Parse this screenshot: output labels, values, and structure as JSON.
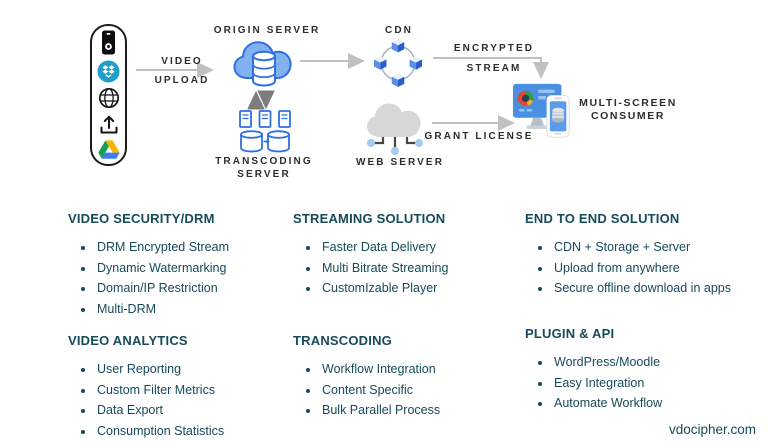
{
  "colors": {
    "text_teal": "#174a5a",
    "diagram_label": "#2d2d2d",
    "icon_blue_stroke": "#2e6fe3",
    "icon_blue_fill": "#82b1f2",
    "arrow_light": "#c0c0c0",
    "arrow_dark": "#7d7d7d",
    "dropbox_teal": "#1c9fc9",
    "monitor_blue": "#4a90e2"
  },
  "diagram": {
    "upload_sources_icons": [
      "camera-icon",
      "dropbox-icon",
      "globe-icon",
      "upload-icon",
      "google-drive-icon"
    ],
    "labels": {
      "video_upload": [
        "VIDEO",
        "UPLOAD"
      ],
      "origin_server": "ORIGIN SERVER",
      "transcoding_server": [
        "TRANSCODING",
        "SERVER"
      ],
      "cdn": "CDN",
      "encrypted_stream": [
        "ENCRYPTED",
        "STREAM"
      ],
      "web_server": "WEB SERVER",
      "grant_license": "GRANT LICENSE",
      "consumer": [
        "MULTI-SCREEN",
        "CONSUMER"
      ]
    }
  },
  "sections": [
    {
      "title": "VIDEO SECURITY/DRM",
      "items": [
        "DRM Encrypted Stream",
        "Dynamic Watermarking",
        "Domain/IP Restriction",
        "Multi-DRM"
      ]
    },
    {
      "title": "STREAMING SOLUTION",
      "items": [
        "Faster Data Delivery",
        "Multi Bitrate Streaming",
        "CustomIzable Player"
      ]
    },
    {
      "title": "END TO END SOLUTION",
      "items": [
        "CDN + Storage + Server",
        "Upload from anywhere",
        "Secure offline download in apps"
      ]
    },
    {
      "title": "VIDEO ANALYTICS",
      "items": [
        "User Reporting",
        "Custom Filter Metrics",
        "Data Export",
        "Consumption Statistics"
      ]
    },
    {
      "title": "TRANSCODING",
      "items": [
        "Workflow Integration",
        "Content Specific",
        "Bulk Parallel Process"
      ]
    },
    {
      "title": "PLUGIN & API",
      "items": [
        "WordPress/Moodle",
        "Easy Integration",
        "Automate Workflow"
      ]
    }
  ],
  "footer": {
    "text": "vdocipher.com"
  }
}
